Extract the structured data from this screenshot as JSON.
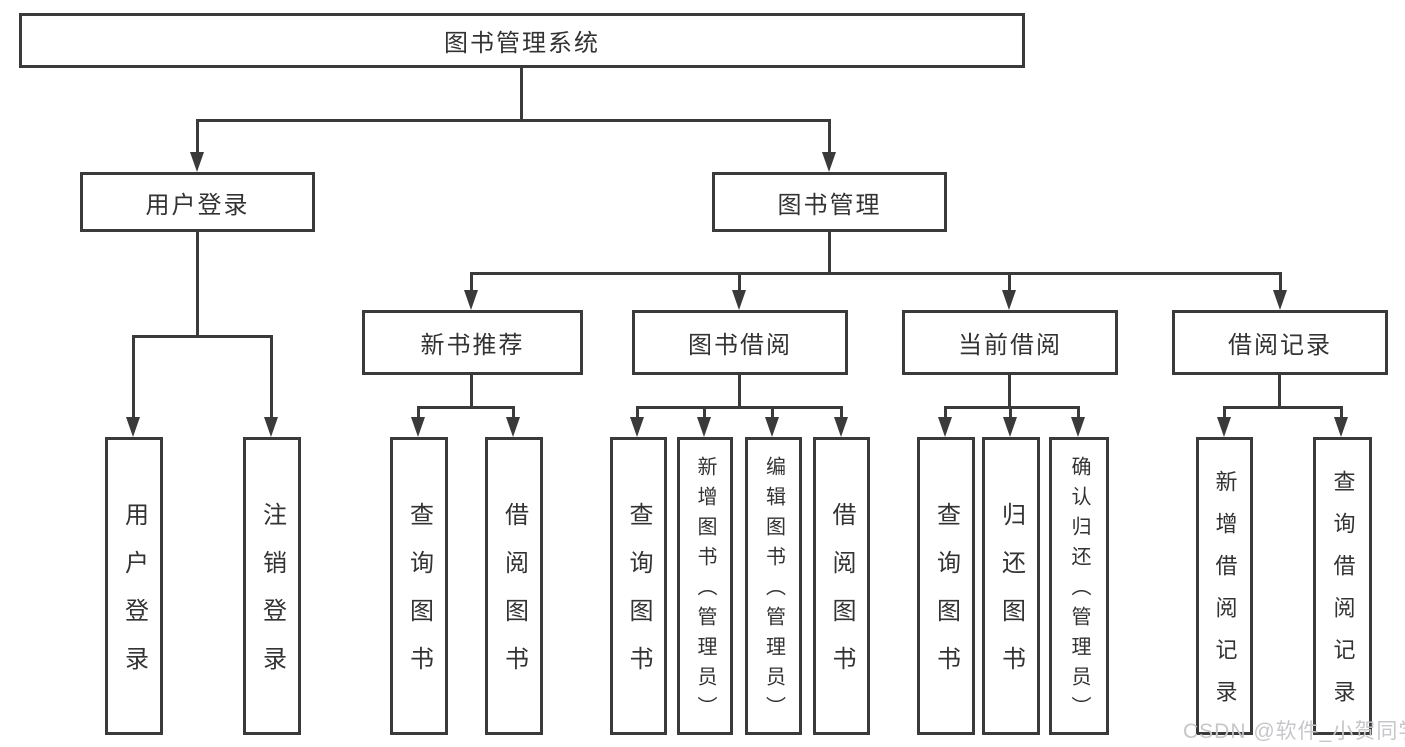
{
  "nodes": {
    "root": "图书管理系统",
    "level2": {
      "user_login": "用户登录",
      "book_management": "图书管理"
    },
    "level3": {
      "new_book_recommend": "新书推荐",
      "book_borrow": "图书借阅",
      "current_borrow": "当前借阅",
      "borrow_records": "借阅记录"
    },
    "leaves": {
      "user_login": [
        "用户登录",
        "注销登录"
      ],
      "new_book_recommend": [
        "查询图书",
        "借阅图书"
      ],
      "book_borrow": [
        "查询图书",
        "新增图书（管理员）",
        "编辑图书（管理员）",
        "借阅图书"
      ],
      "current_borrow": [
        "查询图书",
        "归还图书",
        "确认归还（管理员）"
      ],
      "borrow_records": [
        "新增借阅记录",
        "查询借阅记录"
      ]
    }
  },
  "watermark": {
    "text": "CSDN @软件_小贺同学"
  },
  "colors": {
    "line": "#3a3a3a",
    "text": "#333333",
    "watermark": "#c7c7cb",
    "background": "#ffffff"
  }
}
